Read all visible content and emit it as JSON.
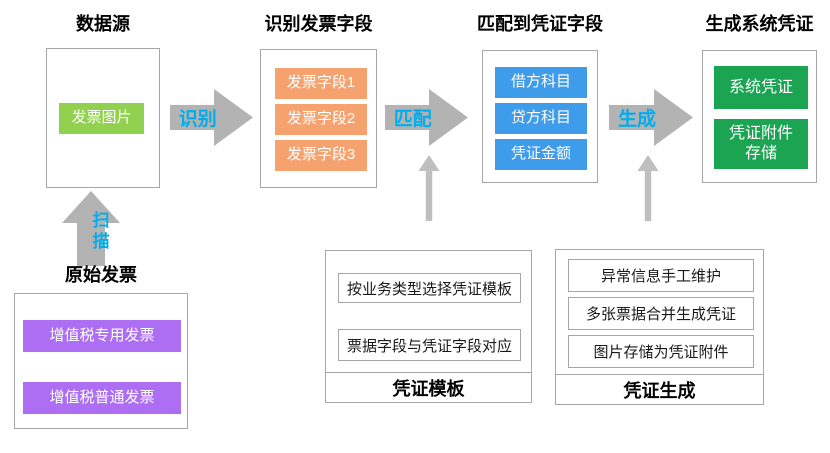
{
  "colors": {
    "box_border": "#a6a6a6",
    "block_arrow": "#b3b3b3",
    "thin_arrow": "#bfbfbf",
    "arrow_label": "#00aeef",
    "invoice_image_green": "#92d050",
    "invoice_field_orange": "#f6a26e",
    "voucher_field_blue": "#3e9cea",
    "system_voucher_green": "#1ba553",
    "source_invoice_purple": "#ad6ef3"
  },
  "stages": [
    {
      "title": "数据源",
      "items": [
        "发票图片"
      ]
    },
    {
      "title": "识别发票字段",
      "items": [
        "发票字段1",
        "发票字段2",
        "发票字段3"
      ]
    },
    {
      "title": "匹配到凭证字段",
      "items": [
        "借方科目",
        "贷方科目",
        "凭证金额"
      ]
    },
    {
      "title": "生成系统凭证",
      "items": [
        "系统凭证",
        "凭证附件\n存储"
      ]
    }
  ],
  "arrows": {
    "recognize": "识别",
    "match": "匹配",
    "generate": "生成",
    "scan": "扫描"
  },
  "source_panel": {
    "title": "原始发票",
    "items": [
      "增值税专用发票",
      "增值税普通发票"
    ]
  },
  "template_panel": {
    "title": "凭证模板",
    "items": [
      "按业务类型选择凭证模板",
      "票据字段与凭证字段对应"
    ]
  },
  "generation_panel": {
    "title": "凭证生成",
    "items": [
      "异常信息手工维护",
      "多张票据合并生成凭证",
      "图片存储为凭证附件"
    ]
  }
}
